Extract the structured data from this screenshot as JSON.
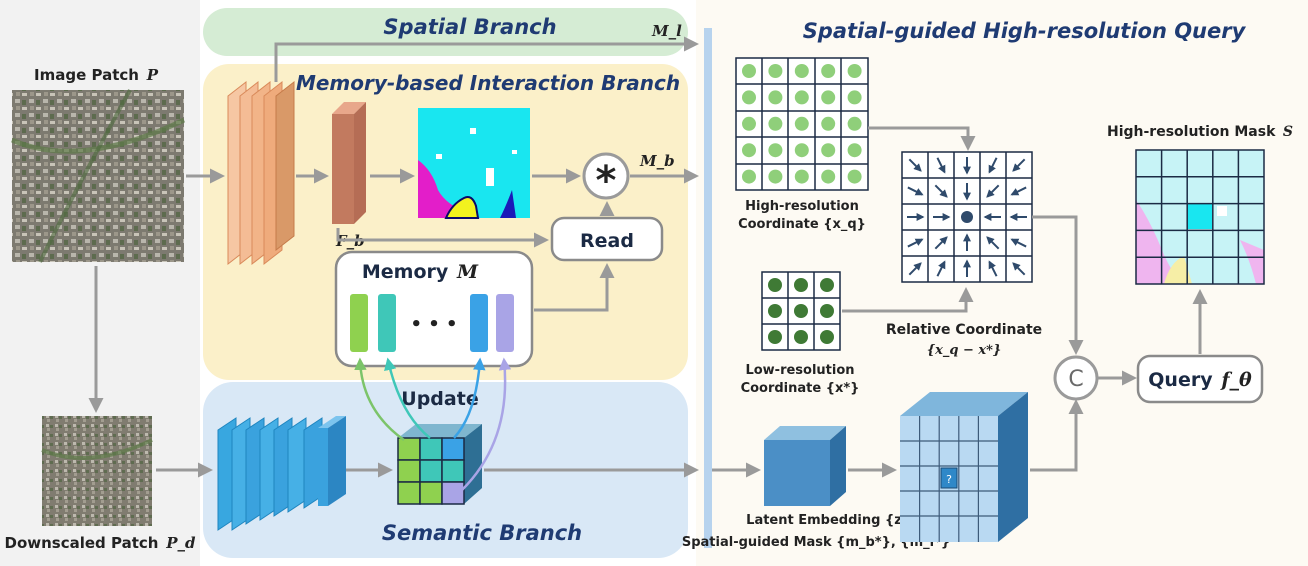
{
  "left_panel": {
    "image_patch_label": "Image Patch",
    "image_patch_symbol": "P",
    "downscaled_patch_label": "Downscaled Patch",
    "downscaled_patch_symbol": "P_d"
  },
  "branches": {
    "spatial": "Spatial Branch",
    "memory_interaction": "Memory-based Interaction Branch",
    "semantic": "Semantic Branch"
  },
  "symbols": {
    "m_l": "M_l",
    "m_b": "M_b",
    "f_b": "F_b",
    "multiply": "*",
    "concat": "C"
  },
  "memory": {
    "title": "Memory",
    "symbol": "M",
    "ellipsis": "• • •",
    "read_label": "Read",
    "update_label": "Update"
  },
  "query_section": {
    "title": "Spatial-guided High-resolution Query",
    "high_res_coord_line1": "High-resolution",
    "high_res_coord_line2": "Coordinate {x_q}",
    "low_res_coord_line1": "Low-resolution",
    "low_res_coord_line2": "Coordinate {x*}",
    "relative_coord_line1": "Relative Coordinate",
    "relative_coord_line2": "{x_q − x*}",
    "latent_embedding": "Latent Embedding {z*}",
    "spatial_guided_mask": "Spatial-guided Mask {m_b*}, {m_l*}",
    "query_label": "Query",
    "query_symbol": "f_θ",
    "high_res_mask_label": "High-resolution Mask",
    "high_res_mask_symbol": "S",
    "question_mark": "?"
  },
  "colors": {
    "spatial_bg": "#d5ecd4",
    "memory_bg": "#fbf0c9",
    "semantic_bg": "#d9e8f6",
    "left_bg": "#f2f2f2",
    "right_bg": "#fdfaf3",
    "arrow": "#9a9a9a",
    "branch_text": "#1f3b73"
  }
}
